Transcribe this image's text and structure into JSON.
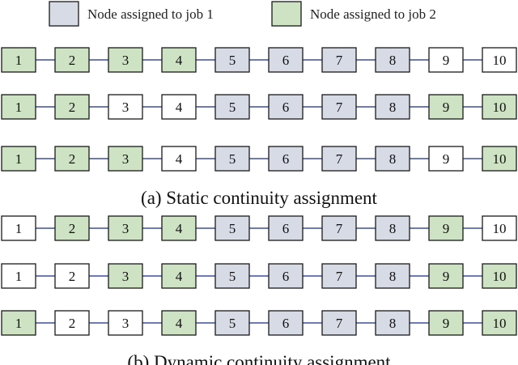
{
  "colors": {
    "job1": "#d6dbe6",
    "job2": "#cde3c3",
    "free": "#ffffff",
    "border": "#1a1a1a",
    "link": "#3d4f9a"
  },
  "legend": [
    {
      "job": "job1",
      "label": "Node assigned  to job 1"
    },
    {
      "job": "job2",
      "label": "Node assigned  to job 2"
    }
  ],
  "sections": [
    {
      "caption": "(a) Static continuity assignment",
      "rows": [
        [
          "job2",
          "job2",
          "job2",
          "job2",
          "job1",
          "job1",
          "job1",
          "job1",
          "free",
          "free"
        ],
        [
          "job2",
          "job2",
          "free",
          "free",
          "job1",
          "job1",
          "job1",
          "job1",
          "job2",
          "job2"
        ],
        [
          "job2",
          "job2",
          "job2",
          "free",
          "job1",
          "job1",
          "job1",
          "job1",
          "free",
          "job2"
        ]
      ]
    },
    {
      "caption": "(b) Dynamic continuity assignment",
      "rows": [
        [
          "free",
          "job2",
          "job2",
          "job2",
          "job1",
          "job1",
          "job1",
          "job1",
          "job2",
          "free"
        ],
        [
          "free",
          "free",
          "job2",
          "job2",
          "job1",
          "job1",
          "job1",
          "job1",
          "job2",
          "job2"
        ],
        [
          "job2",
          "free",
          "free",
          "job2",
          "job1",
          "job1",
          "job1",
          "job1",
          "job2",
          "job2"
        ]
      ]
    }
  ],
  "node_labels": [
    "1",
    "2",
    "3",
    "4",
    "5",
    "6",
    "7",
    "8",
    "9",
    "10"
  ]
}
